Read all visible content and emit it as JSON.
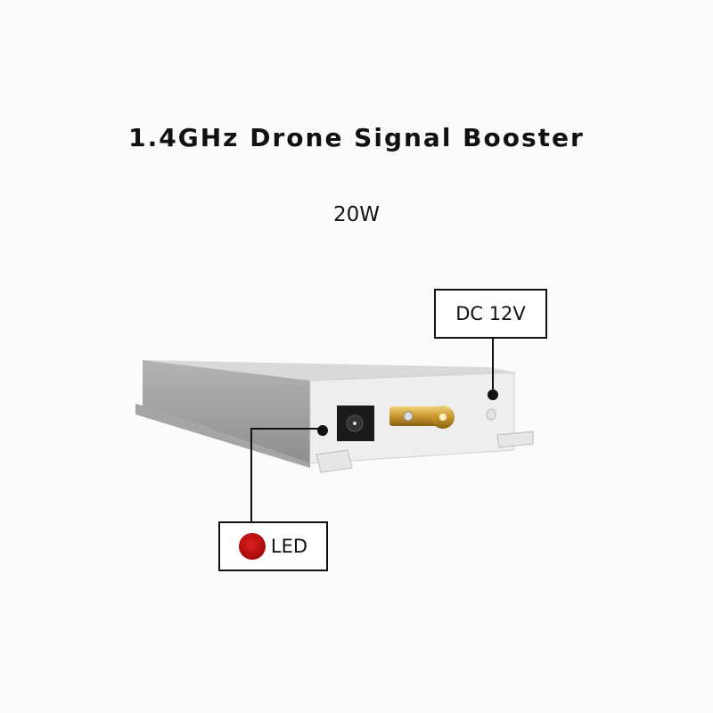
{
  "title": "1.4GHz Drone Signal Booster",
  "power": "20W",
  "callouts": {
    "dc": "DC 12V",
    "led": "LED"
  },
  "colors": {
    "led_red": "#c00000",
    "connector_gold": "#d4a53a"
  }
}
